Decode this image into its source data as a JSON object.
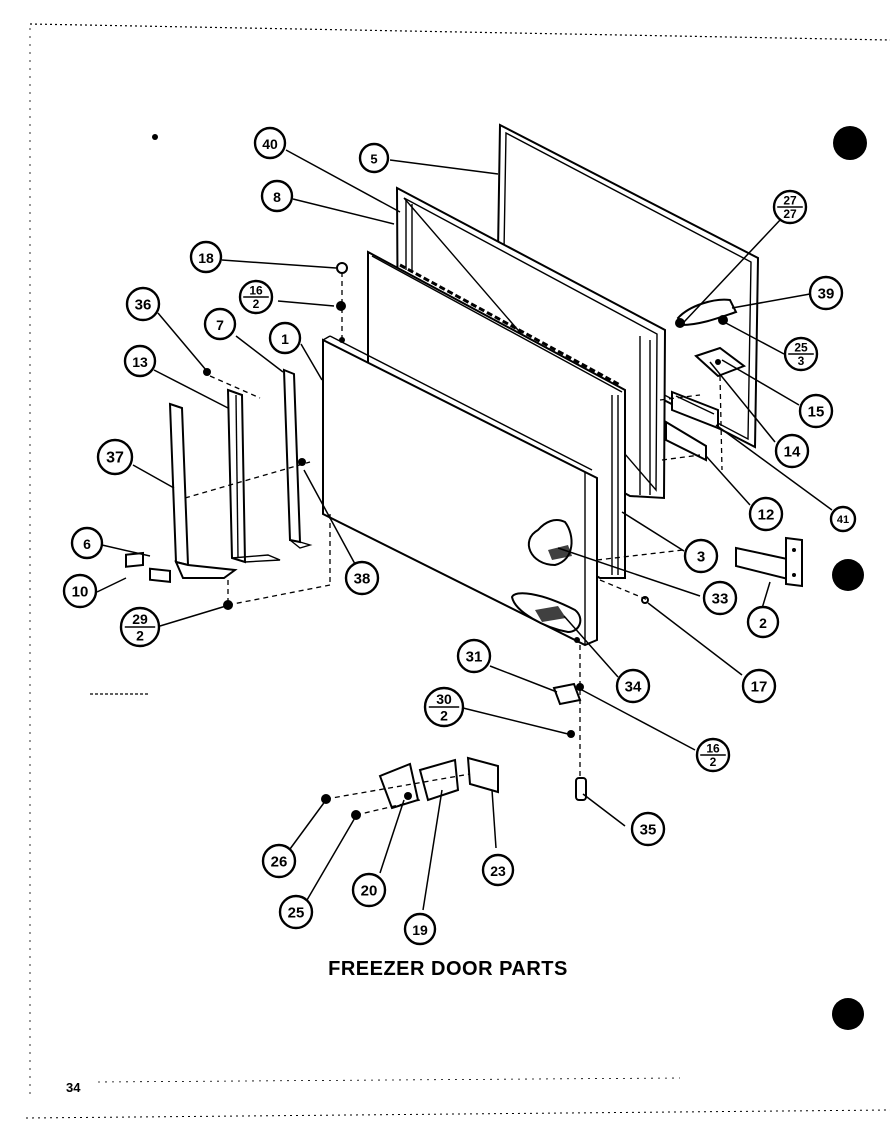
{
  "title": "FREEZER DOOR PARTS",
  "page_number": "34",
  "callouts": [
    {
      "id": "c40",
      "label": "40"
    },
    {
      "id": "c5",
      "label": "5"
    },
    {
      "id": "c8",
      "label": "8"
    },
    {
      "id": "c18",
      "label": "18"
    },
    {
      "id": "c16a",
      "label": "16",
      "sub": "2"
    },
    {
      "id": "c36",
      "label": "36"
    },
    {
      "id": "c7",
      "label": "7"
    },
    {
      "id": "c1",
      "label": "1"
    },
    {
      "id": "c13",
      "label": "13"
    },
    {
      "id": "c37",
      "label": "37"
    },
    {
      "id": "c6",
      "label": "6"
    },
    {
      "id": "c10",
      "label": "10"
    },
    {
      "id": "c29",
      "label": "29",
      "sub": "2"
    },
    {
      "id": "c38",
      "label": "38"
    },
    {
      "id": "c27",
      "label": "27",
      "sub": "27"
    },
    {
      "id": "c39",
      "label": "39"
    },
    {
      "id": "c25a",
      "label": "25",
      "sub": "3"
    },
    {
      "id": "c15",
      "label": "15"
    },
    {
      "id": "c14",
      "label": "14"
    },
    {
      "id": "c12",
      "label": "12"
    },
    {
      "id": "c41",
      "label": "41"
    },
    {
      "id": "c3",
      "label": "3"
    },
    {
      "id": "c33",
      "label": "33"
    },
    {
      "id": "c2",
      "label": "2"
    },
    {
      "id": "c17",
      "label": "17"
    },
    {
      "id": "c34",
      "label": "34"
    },
    {
      "id": "c31",
      "label": "31"
    },
    {
      "id": "c30",
      "label": "30",
      "sub": "2"
    },
    {
      "id": "c16b",
      "label": "16",
      "sub": "2"
    },
    {
      "id": "c35",
      "label": "35"
    },
    {
      "id": "c26",
      "label": "26"
    },
    {
      "id": "c25b",
      "label": "25"
    },
    {
      "id": "c20",
      "label": "20"
    },
    {
      "id": "c23",
      "label": "23"
    },
    {
      "id": "c19",
      "label": "19"
    }
  ]
}
